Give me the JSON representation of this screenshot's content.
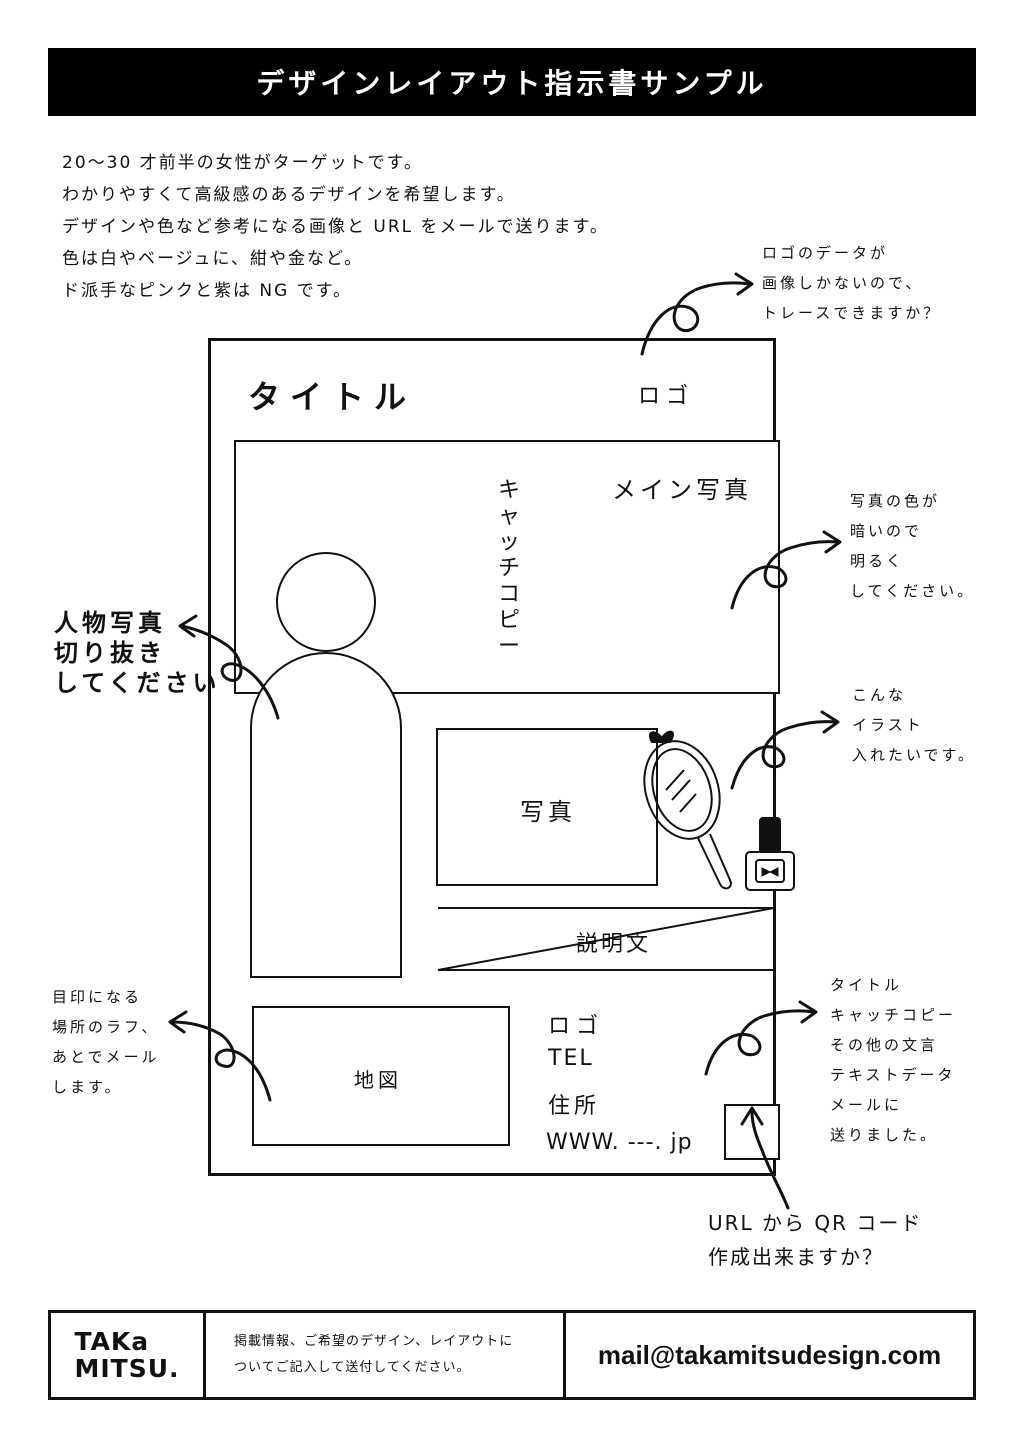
{
  "header": {
    "title": "デザインレイアウト指示書サンプル"
  },
  "brief": {
    "lines": [
      "20～30 才前半の女性がターゲットです。",
      "わかりやすくて高級感のあるデザインを希望します。",
      "デザインや色など参考になる画像と URL をメールで送ります。",
      "色は白やベージュに、紺や金など。",
      "ド派手なピンクと紫は NG です。"
    ]
  },
  "notes": {
    "logo": [
      "ロゴのデータが",
      "画像しかないので、",
      "トレースできますか？"
    ],
    "photo_color": [
      "写真の色が",
      "暗いので",
      "明るく",
      "してください。"
    ],
    "person": [
      "人物写真",
      "切り抜き",
      "してください"
    ],
    "illustration": [
      "こんな",
      "イラスト",
      "入れたいです。"
    ],
    "map": [
      "目印になる",
      "場所のラフ、",
      "あとでメール",
      "します。"
    ],
    "text_data": [
      "タイトル",
      "キャッチコピー",
      "その他の文言",
      "テキストデータ",
      "メールに",
      "送りました。"
    ],
    "qr": [
      "URL から QR コード",
      "作成出来ますか？"
    ]
  },
  "layout_labels": {
    "title": "タイトル",
    "logo": "ロゴ",
    "main_photo": "メイン写真",
    "catch_copy": "キャッチコピー",
    "photo": "写真",
    "description": "説明文",
    "map": "地図",
    "info_logo": "ロゴ",
    "tel": "TEL",
    "address": "住所",
    "url": "WWW. ---. jp"
  },
  "footer": {
    "logo_line1": "TAKa",
    "logo_line2": "MITSU.",
    "note_line1": "掲載情報、ご希望のデザイン、レイアウトに",
    "note_line2": "ついてご記入して送付してください。",
    "email": "mail@takamitsudesign.com"
  }
}
